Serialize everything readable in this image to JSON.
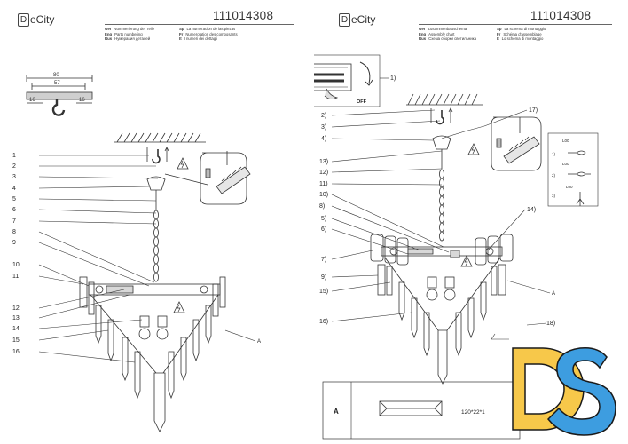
{
  "left_page": {
    "brand": "DeCity",
    "brand_box_letter": "D",
    "brand_rest": "eCity",
    "model_number": "111014308",
    "header_rows": [
      {
        "lang": "Ger",
        "text": "Nummerierung der Teile"
      },
      {
        "lang": "Eng",
        "text": "Parts numbering"
      },
      {
        "lang": "Rus",
        "text": "Нумерация деталей"
      }
    ],
    "header_rows_right": [
      {
        "lang": "Sp",
        "text": "La numeracion de las piezas"
      },
      {
        "lang": "Fr",
        "text": "Numerotation des composants"
      },
      {
        "lang": "It",
        "text": "I numeri dei dettagli"
      }
    ],
    "bracket_dims": {
      "overall": "80",
      "inner": "57",
      "left": "16",
      "right": "16"
    },
    "part_labels": [
      "1",
      "2",
      "3",
      "4",
      "5",
      "6",
      "7",
      "8",
      "9",
      "10",
      "11",
      "12",
      "13",
      "14",
      "15",
      "16"
    ],
    "callout_a": "A"
  },
  "right_page": {
    "brand": "DeCity",
    "brand_box_letter": "D",
    "brand_rest": "eCity",
    "model_number": "111014308",
    "header_rows": [
      {
        "lang": "Ger",
        "text": "Zusammenbauschema"
      },
      {
        "lang": "Eng",
        "text": "Assembly chart"
      },
      {
        "lang": "Rus",
        "text": "Схема сборки светильника"
      }
    ],
    "header_rows_right": [
      {
        "lang": "Sp",
        "text": "La schema di montaggio"
      },
      {
        "lang": "Fr",
        "text": "Schéma d'assemblage"
      },
      {
        "lang": "It",
        "text": "Lo schema di montaggio"
      }
    ],
    "step_labels": [
      "1)",
      "2)",
      "3)",
      "4)",
      "17)",
      "13)",
      "12)",
      "11)",
      "10)",
      "8)",
      "5)",
      "6)",
      "7)",
      "9)",
      "15)",
      "16)",
      "14)",
      "18)"
    ],
    "switch_off_label": "OFF",
    "wiring_steps": {
      "l1": "L00",
      "s1": "1)",
      "l2": "L00",
      "s2": "2)",
      "l3": "L00",
      "s3": "3)"
    },
    "callout_a": "A",
    "part_a_label": "A",
    "part_a_size": "120*22*1"
  },
  "watermark": {
    "letters": "DS",
    "colors": {
      "d": "#f7c84a",
      "s": "#3d9de0",
      "outline": "#1a1a1a"
    }
  }
}
